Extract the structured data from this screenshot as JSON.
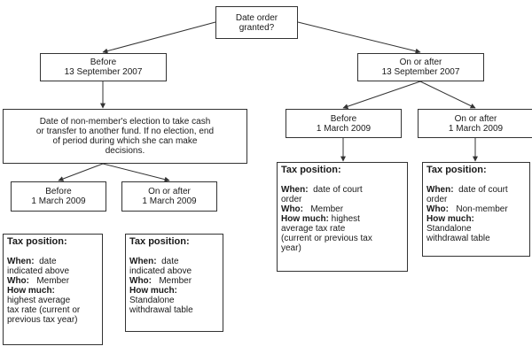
{
  "diagram": {
    "root": "Date order\ngranted?",
    "before_2007": "Before\n13 September 2007",
    "after_2007": "On or after\n13 September 2007",
    "election": "Date of non-member's election to take cash\nor transfer to another fund.  If no election, end\nof period during which she can make\ndecisions.",
    "left_before_2009": "Before\n1 March 2009",
    "left_after_2009": "On or after\n1 March 2009",
    "right_before_2009": "Before\n1 March 2009",
    "right_after_2009": "On or after\n1 March 2009",
    "tax_title": "Tax position:",
    "when_label": "When:",
    "who_label": "Who:",
    "how_much_label": "How much:",
    "tax_left_1": {
      "when_l1": "date",
      "when_l2": "indicated above",
      "who": "Member",
      "how_l1": "highest average",
      "how_l2": "tax rate (current or",
      "how_l3": "previous tax year)"
    },
    "tax_left_2": {
      "when_l1": "date",
      "when_l2": "indicated above",
      "who": "Member",
      "how_l1": "Standalone",
      "how_l2": "withdrawal table"
    },
    "tax_right_1": {
      "when_l1": "date of court",
      "when_l2": "order",
      "who": "Member",
      "how_l1": "highest",
      "how_l2": "average tax rate",
      "how_l3": "(current or previous tax",
      "how_l4": "year)"
    },
    "tax_right_2": {
      "when_l1": "date of court",
      "when_l2": "order",
      "who": "Non-member",
      "how_l1": "Standalone",
      "how_l2": "withdrawal table"
    }
  }
}
